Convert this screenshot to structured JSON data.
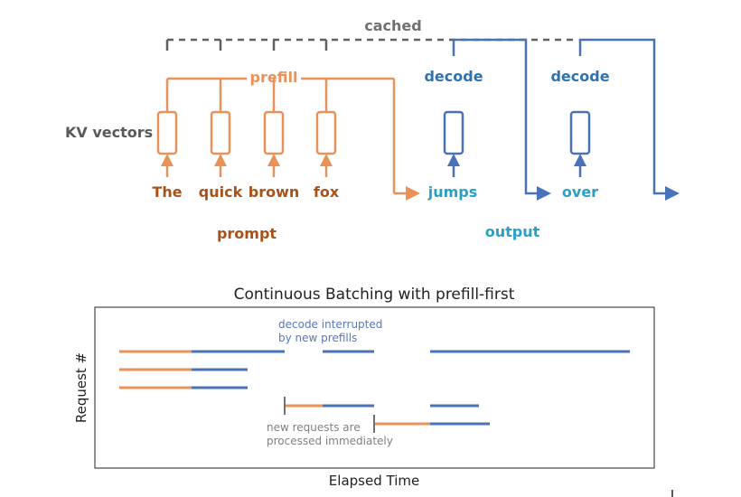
{
  "colors": {
    "prefill": "#e8925a",
    "decode": "#4a72b8",
    "dark_orange": "#a8521a",
    "label_blue": "#2e72b0",
    "cyan": "#2aa0c8",
    "gray": "#595959",
    "dash_gray": "#606060"
  },
  "top_diagram": {
    "cached_label": "cached",
    "kv_vectors_label": "KV vectors",
    "prefill_label": "prefill",
    "decode_labels": [
      "decode",
      "decode"
    ],
    "prompt_tokens": [
      "The",
      "quick",
      "brown",
      "fox"
    ],
    "output_tokens": [
      "jumps",
      "over"
    ],
    "prompt_label": "prompt",
    "output_label": "output"
  },
  "bottom_chart": {
    "title": "Continuous Batching with prefill-first",
    "xlabel": "Elapsed Time",
    "ylabel": "Request #",
    "annotations": {
      "interrupted": [
        "decode interrupted",
        "by new prefills"
      ],
      "new_requests": [
        "new requests are",
        "processed immediately"
      ]
    }
  },
  "chart_data": {
    "type": "timeline",
    "title": "Continuous Batching with prefill-first",
    "xlabel": "Elapsed Time",
    "ylabel": "Request #",
    "series": [
      {
        "name": "prefill",
        "color": "#e8925a"
      },
      {
        "name": "decode",
        "color": "#4a72b8"
      }
    ],
    "segments": [
      {
        "request": 1,
        "phase": "prefill",
        "start": 0,
        "end": 80
      },
      {
        "request": 1,
        "phase": "decode",
        "start": 80,
        "end": 183
      },
      {
        "request": 1,
        "phase": "decode",
        "start": 225,
        "end": 282
      },
      {
        "request": 1,
        "phase": "decode",
        "start": 344,
        "end": 565
      },
      {
        "request": 2,
        "phase": "prefill",
        "start": 0,
        "end": 80
      },
      {
        "request": 2,
        "phase": "decode",
        "start": 80,
        "end": 142
      },
      {
        "request": 3,
        "phase": "prefill",
        "start": 0,
        "end": 80
      },
      {
        "request": 3,
        "phase": "decode",
        "start": 80,
        "end": 142
      },
      {
        "request": 4,
        "phase": "prefill",
        "start": 183,
        "end": 225
      },
      {
        "request": 4,
        "phase": "decode",
        "start": 225,
        "end": 282
      },
      {
        "request": 4,
        "phase": "decode",
        "start": 344,
        "end": 398
      },
      {
        "request": 5,
        "phase": "prefill",
        "start": 282,
        "end": 344
      },
      {
        "request": 5,
        "phase": "decode",
        "start": 344,
        "end": 410
      }
    ],
    "arrivals": [
      {
        "request": 4,
        "time": 183
      },
      {
        "request": 5,
        "time": 282
      }
    ]
  }
}
